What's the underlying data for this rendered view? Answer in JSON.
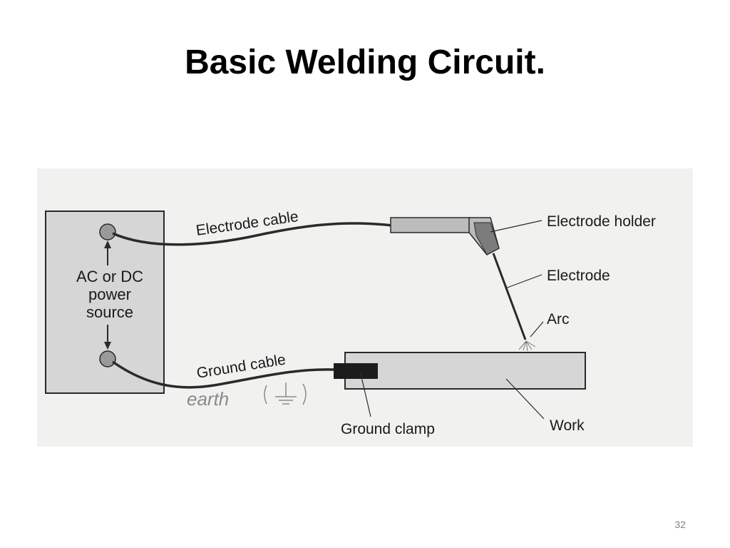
{
  "slide": {
    "title": "Basic Welding Circuit.",
    "page_number": "32"
  },
  "diagram": {
    "power_source_lines": [
      "AC or DC",
      "power",
      "source"
    ],
    "labels": {
      "electrode_cable": "Electrode cable",
      "ground_cable": "Ground cable",
      "electrode_holder": "Electrode holder",
      "electrode": "Electrode",
      "arc": "Arc",
      "work": "Work",
      "ground_clamp": "Ground clamp",
      "earth_handwritten": "earth"
    },
    "colors": {
      "scan_background": "#f1f1f0",
      "box_fill": "#d6d6d6",
      "terminal_fill": "#9a9a9a",
      "holder_fill": "#bcbcbc",
      "holder_tip_fill": "#7c7c7c",
      "clamp_fill": "#1c1c1c",
      "line": "#2a2a2a",
      "handwriting": "#8a8a8a"
    }
  }
}
